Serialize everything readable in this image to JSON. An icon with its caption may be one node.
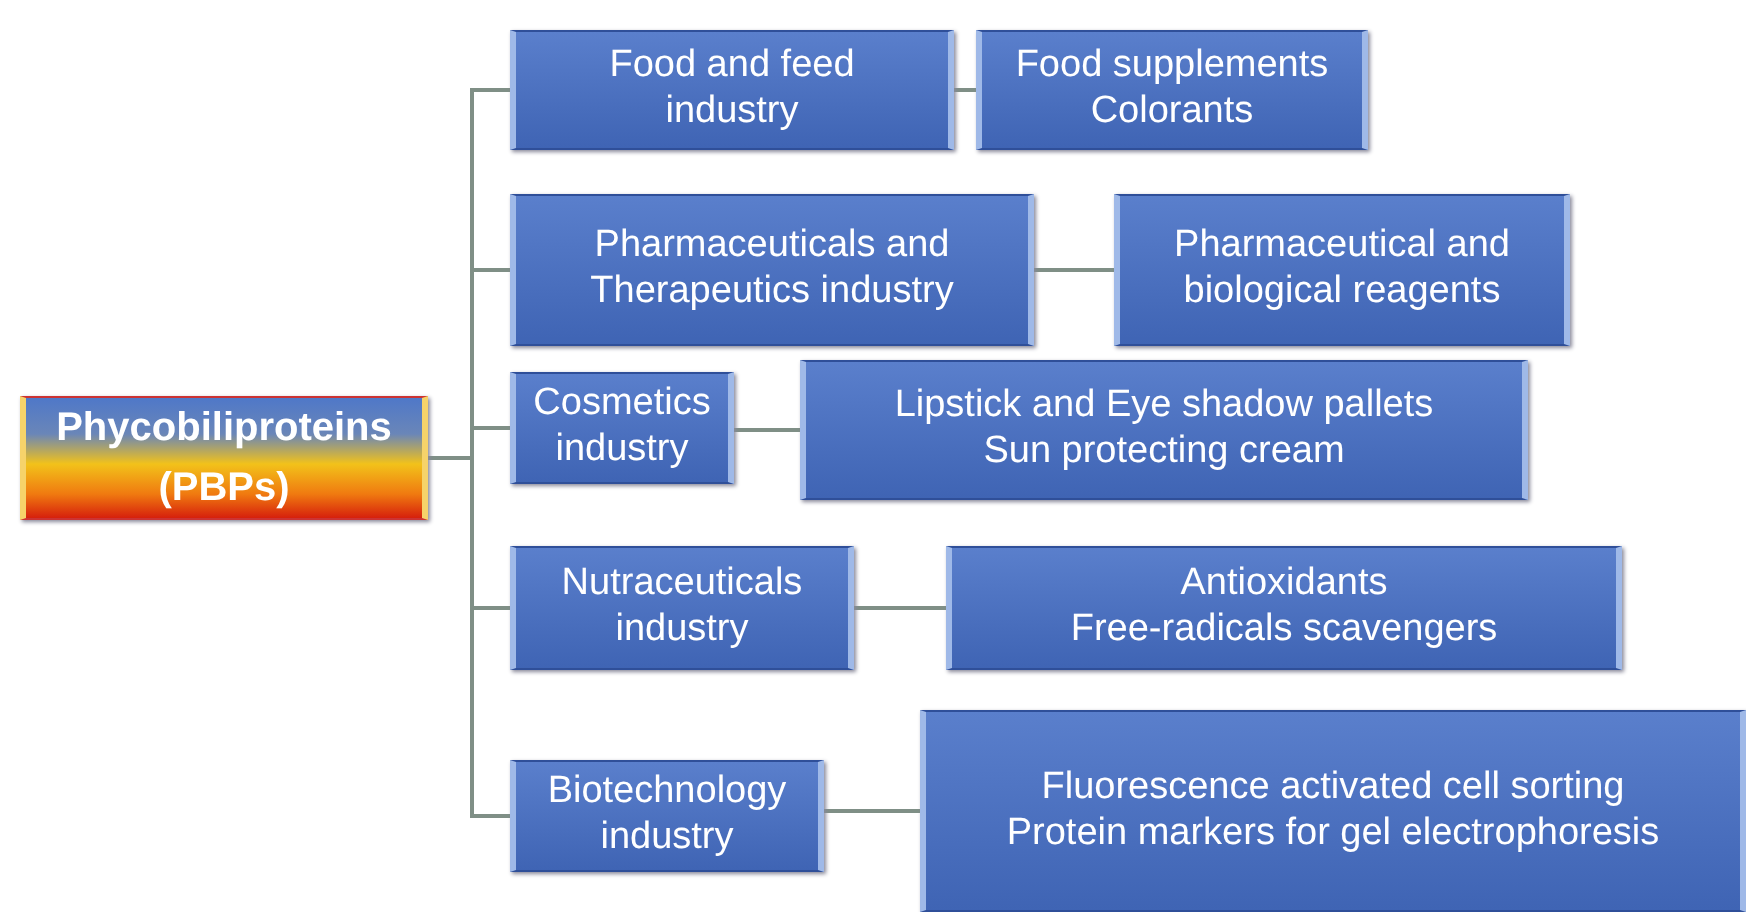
{
  "diagram": {
    "nodes": [
      {
        "text": [
          "Phycobiliproteins",
          "(PBPs)"
        ]
      },
      {
        "text": [
          "Food and feed industry"
        ]
      },
      {
        "text": [
          "Food supplements",
          "Colorants"
        ]
      },
      {
        "text": [
          "Pharmaceuticals and Therapeutics industry"
        ]
      },
      {
        "text": [
          "Pharmaceutical and biological reagents"
        ]
      },
      {
        "text": [
          "Cosmetics industry"
        ]
      },
      {
        "text": [
          "Lipstick and Eye shadow pallets",
          "Sun protecting cream"
        ]
      },
      {
        "text": [
          "Nutraceuticals industry"
        ]
      },
      {
        "text": [
          "Antioxidants",
          "Free-radicals scavengers"
        ]
      },
      {
        "text": [
          "Biotechnology industry"
        ]
      },
      {
        "text": [
          "Fluorescence activated cell sorting",
          "Protein markers for gel electrophoresis"
        ]
      }
    ],
    "edges": [
      {
        "from": 0,
        "to": 1,
        "arrow": "none"
      },
      {
        "from": 0,
        "to": 3,
        "arrow": "none"
      },
      {
        "from": 0,
        "to": 5,
        "arrow": "none"
      },
      {
        "from": 0,
        "to": 7,
        "arrow": "none"
      },
      {
        "from": 0,
        "to": 9,
        "arrow": "none"
      },
      {
        "from": 1,
        "to": 2,
        "arrow": "none"
      },
      {
        "from": 3,
        "to": 4,
        "arrow": "none"
      },
      {
        "from": 5,
        "to": 6,
        "arrow": "none"
      },
      {
        "from": 7,
        "to": 8,
        "arrow": "none"
      },
      {
        "from": 9,
        "to": 10,
        "arrow": "none"
      }
    ]
  }
}
